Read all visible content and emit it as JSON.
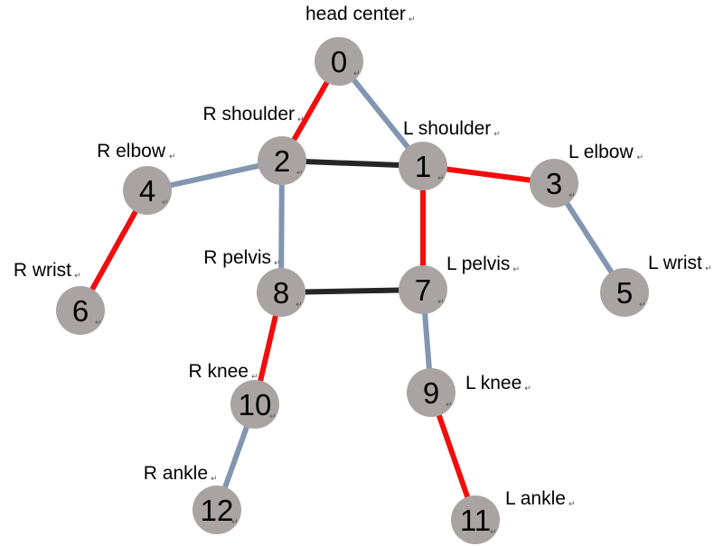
{
  "colors": {
    "red_edge": "#f20d0d",
    "blue_edge": "#8296b0",
    "black_edge": "#262626",
    "joint_fill": "#a9a4a3"
  },
  "paragraph_mark": "↵",
  "joints": [
    {
      "id": "0",
      "label": "head center"
    },
    {
      "id": "1",
      "label": "L shoulder"
    },
    {
      "id": "2",
      "label": "R shoulder"
    },
    {
      "id": "3",
      "label": "L elbow"
    },
    {
      "id": "4",
      "label": "R elbow"
    },
    {
      "id": "5",
      "label": "L wrist"
    },
    {
      "id": "6",
      "label": "R wrist"
    },
    {
      "id": "7",
      "label": "L pelvis"
    },
    {
      "id": "8",
      "label": "R pelvis"
    },
    {
      "id": "9",
      "label": "L knee"
    },
    {
      "id": "10",
      "label": "R knee"
    },
    {
      "id": "11",
      "label": "L ankle"
    },
    {
      "id": "12",
      "label": "R ankle"
    }
  ],
  "edges": [
    {
      "from": "0",
      "to": "2",
      "color": "red"
    },
    {
      "from": "0",
      "to": "1",
      "color": "blue"
    },
    {
      "from": "2",
      "to": "1",
      "color": "black"
    },
    {
      "from": "1",
      "to": "3",
      "color": "red"
    },
    {
      "from": "3",
      "to": "5",
      "color": "blue"
    },
    {
      "from": "2",
      "to": "4",
      "color": "blue"
    },
    {
      "from": "4",
      "to": "6",
      "color": "red"
    },
    {
      "from": "2",
      "to": "8",
      "color": "blue"
    },
    {
      "from": "1",
      "to": "7",
      "color": "red"
    },
    {
      "from": "8",
      "to": "7",
      "color": "black"
    },
    {
      "from": "8",
      "to": "10",
      "color": "red"
    },
    {
      "from": "10",
      "to": "12",
      "color": "blue"
    },
    {
      "from": "7",
      "to": "9",
      "color": "blue"
    },
    {
      "from": "9",
      "to": "11",
      "color": "red"
    }
  ]
}
